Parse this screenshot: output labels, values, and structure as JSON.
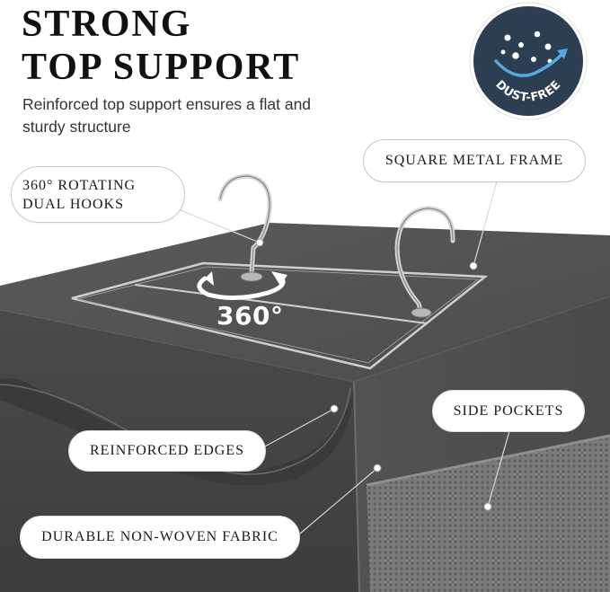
{
  "headline": {
    "line1": "STRONG",
    "line2": "TOP SUPPORT"
  },
  "subtitle": "Reinforced top support ensures a flat and sturdy structure",
  "badge": {
    "label": "DUST-FREE",
    "icon": "dust-particles-checkmark-icon",
    "color": "#2b3e52",
    "accent": "#56a8e0"
  },
  "rotation_label": "360°",
  "callouts": {
    "rotating_hooks": "360° ROTATING DUAL HOOKS",
    "square_frame": "SQUARE METAL FRAME",
    "side_pockets": "SIDE POCKETS",
    "reinforced_edges": "REINFORCED EDGES",
    "durable_fabric": "DURABLE NON-WOVEN FABRIC"
  },
  "colors": {
    "fabric_dark": "#474747",
    "fabric_top": "#555555",
    "metal": "#c9c9c9",
    "text": "#111111"
  }
}
